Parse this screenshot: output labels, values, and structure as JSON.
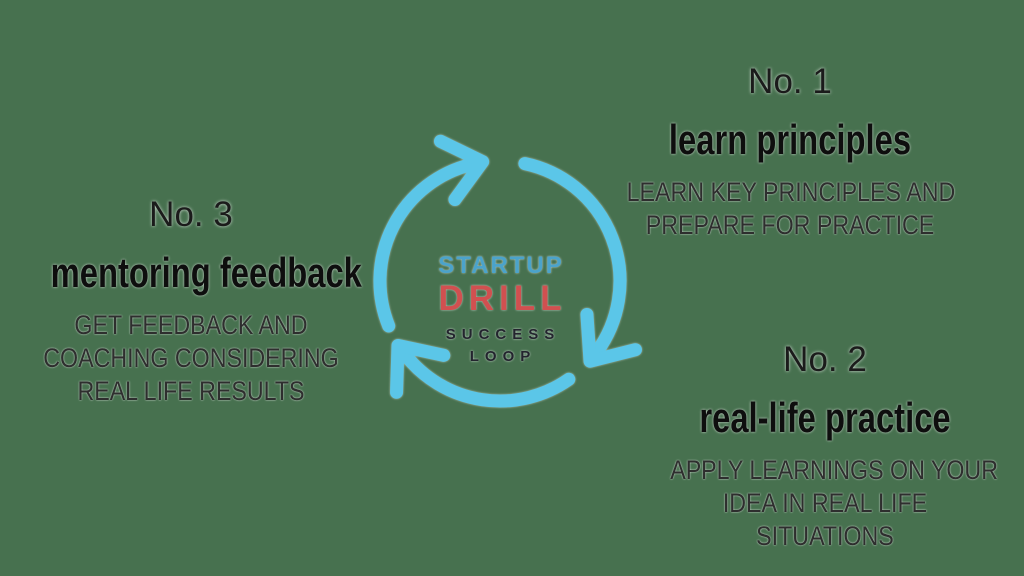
{
  "colors": {
    "background": "#47714F",
    "loop_blue": "#5BC6E8",
    "brand_blue": "#4BA3CB",
    "brand_red": "#D15050",
    "tagline_dark": "#23242E",
    "text_dark": "#161616"
  },
  "logo": {
    "brand_line1": "STARTUP",
    "brand_line2": "DRILL",
    "tagline_line1": "SUCCESS",
    "tagline_line2": "LOOP"
  },
  "steps": [
    {
      "number": "No. 1",
      "title": "learn principles",
      "description_lines": [
        "LEARN KEY PRINCIPLES AND",
        "PREPARE FOR PRACTICE"
      ]
    },
    {
      "number": "No. 2",
      "title": "real-life practice",
      "description_lines": [
        "APPLY LEARNINGS ON YOUR",
        "IDEA IN REAL LIFE",
        "SITUATIONS"
      ]
    },
    {
      "number": "No. 3",
      "title": "mentoring feedback",
      "description_lines": [
        "GET FEEDBACK AND",
        "COACHING CONSIDERING",
        "REAL LIFE RESULTS"
      ]
    }
  ]
}
